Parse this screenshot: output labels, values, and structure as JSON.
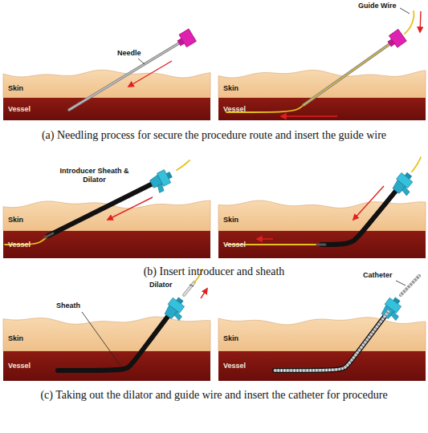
{
  "diagram": {
    "nodes": [
      {
        "text": [
          "Skin"
        ]
      },
      {
        "text": [
          "Vessel"
        ]
      },
      {
        "text": [
          "Skin"
        ]
      },
      {
        "text": [
          "Vessel"
        ]
      },
      {
        "text": [
          "Skin"
        ]
      },
      {
        "text": [
          "Vessel"
        ]
      },
      {
        "text": [
          "Skin"
        ]
      },
      {
        "text": [
          "Vessel"
        ]
      },
      {
        "text": [
          "Skin"
        ]
      },
      {
        "text": [
          "Vessel"
        ]
      },
      {
        "text": [
          "Skin"
        ]
      },
      {
        "text": [
          "Vessel"
        ]
      }
    ],
    "labels": [
      "Needle",
      "Guide Wire",
      "(a) Needling process for secure the procedure route and insert the guide wire",
      "Introducer Sheath & Dilator",
      "(b) Insert introducer and sheath",
      "Dilator",
      "Sheath",
      "Catheter",
      "(c) Taking out the dilator and guide wire and insert the catheter for procedure"
    ]
  }
}
